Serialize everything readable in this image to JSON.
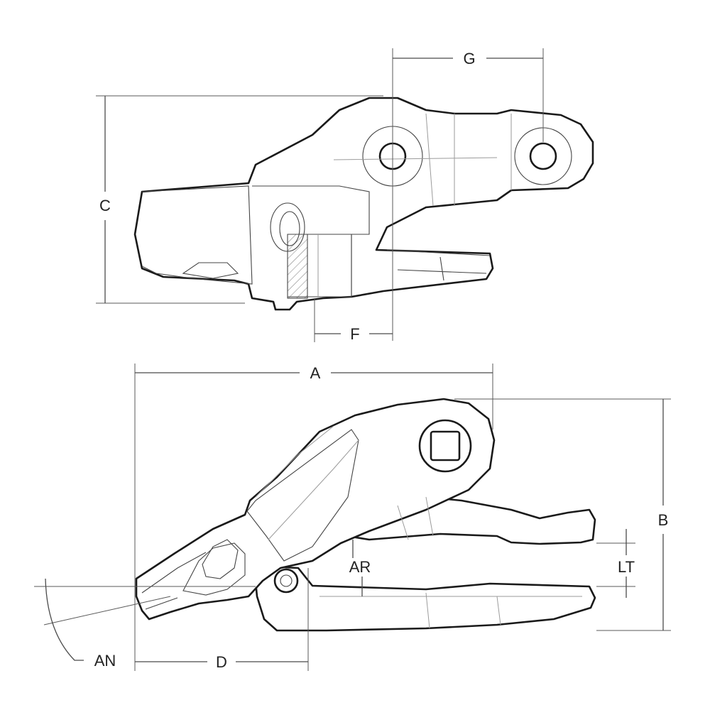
{
  "dimension_labels": {
    "g": "G",
    "c": "C",
    "f": "F",
    "a": "A",
    "b": "B",
    "ar": "AR",
    "lt": "LT",
    "an": "AN",
    "d": "D"
  },
  "colors": {
    "line": "#1a1a1a",
    "dimension": "#4a4a4a",
    "background": "#ffffff"
  }
}
